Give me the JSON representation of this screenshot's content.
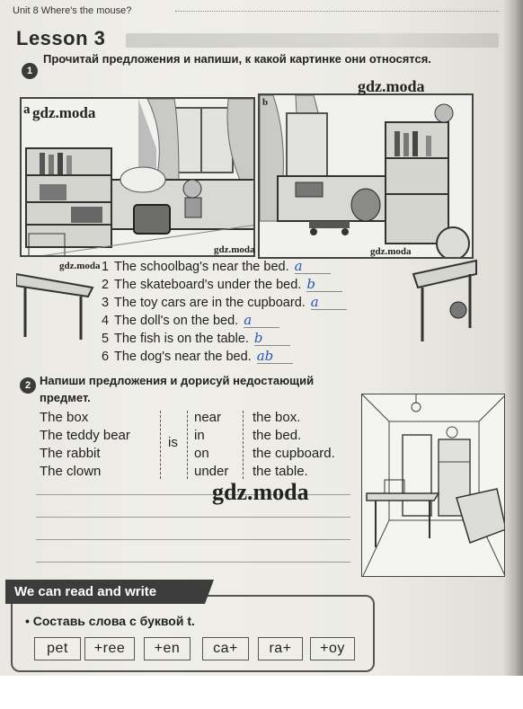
{
  "header": {
    "unit": "Unit 8 Where's the mouse?",
    "lesson": "Lesson 3"
  },
  "task1": {
    "number": "1",
    "instruction": "Прочитай предложения и напиши, к какой картинке они относятся.",
    "picture_a_label": "a",
    "picture_b_label": "b",
    "sentences": [
      {
        "num": "1",
        "text": "The schoolbag's near the bed.",
        "answer": "a"
      },
      {
        "num": "2",
        "text": "The skateboard's under the bed.",
        "answer": "b"
      },
      {
        "num": "3",
        "text": "The toy cars are in the cupboard.",
        "answer": "a"
      },
      {
        "num": "4",
        "text": "The doll's on the bed.",
        "answer": "a"
      },
      {
        "num": "5",
        "text": "The fish is on the table.",
        "answer": "b"
      },
      {
        "num": "6",
        "text": "The dog's near the bed.",
        "answer": "ab"
      }
    ]
  },
  "task2": {
    "number": "2",
    "instruction": "Напиши предложения и дорисуй недостающий предмет.",
    "subjects": [
      "The box",
      "The teddy bear",
      "The rabbit",
      "The clown"
    ],
    "verb": "is",
    "prepositions": [
      "near",
      "in",
      "on",
      "under"
    ],
    "objects": [
      "the box.",
      "the bed.",
      "the cupboard.",
      "the table."
    ]
  },
  "read_write": {
    "banner": "We can read and write",
    "instruction": "• Составь слова с буквой t.",
    "words": [
      "pet",
      "+ree",
      "+en",
      "ca+",
      "ra+",
      "+oy"
    ]
  },
  "watermarks": [
    "gdz.moda",
    "gdz.moda",
    "gdz.moda",
    "gdz.moda",
    "gdz.moda",
    "gdz.moda"
  ],
  "colors": {
    "answer_ink": "#2a55b8",
    "banner": "#3c3c3c"
  }
}
